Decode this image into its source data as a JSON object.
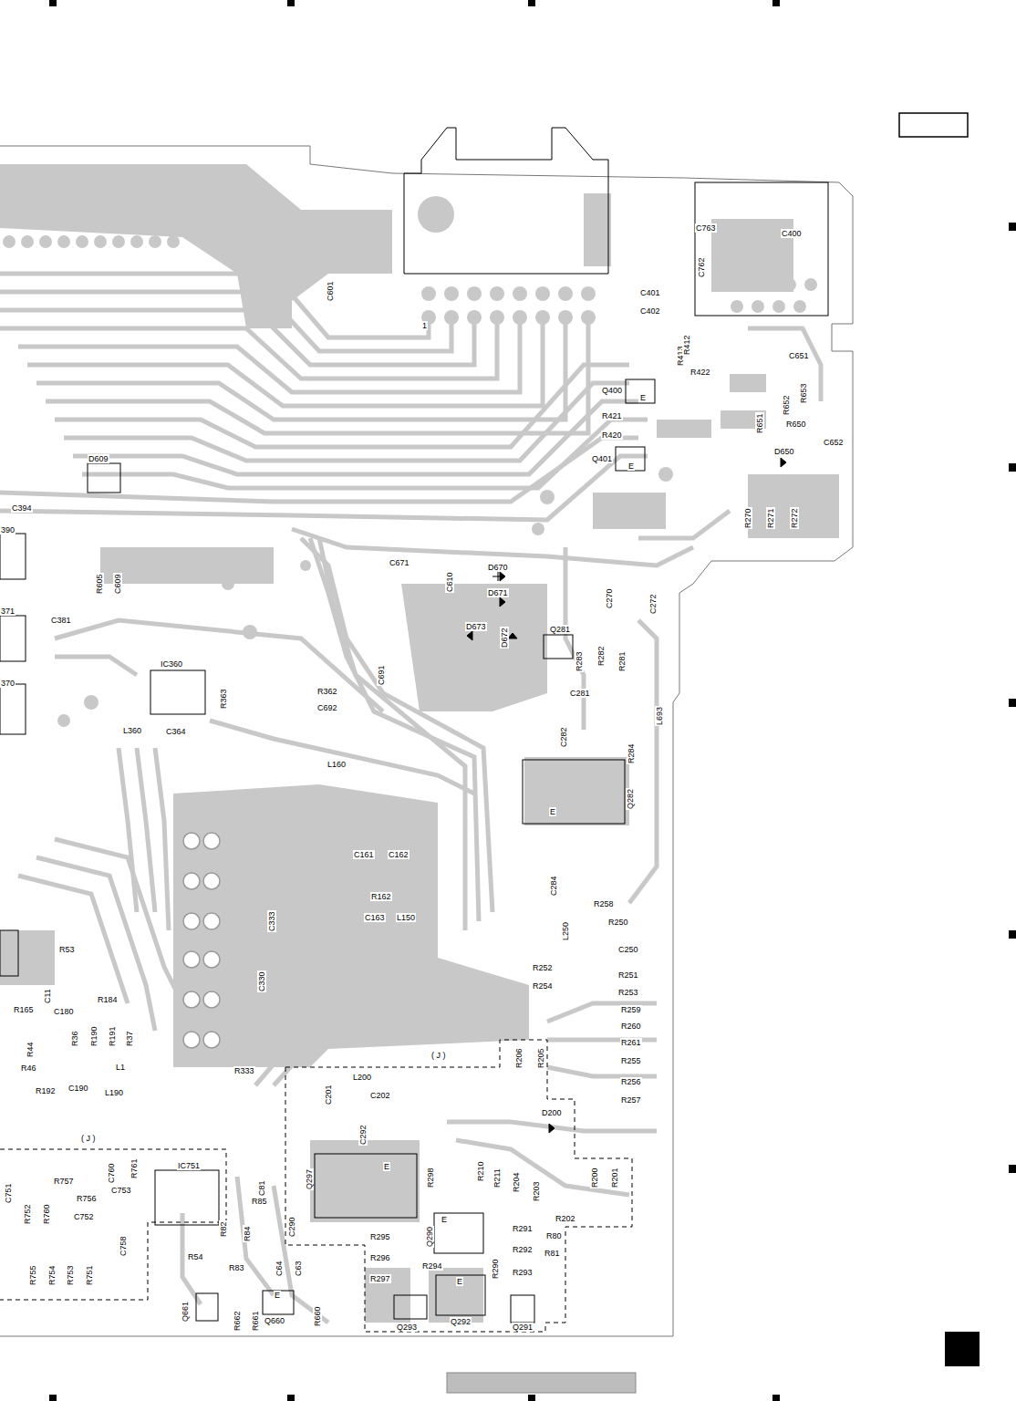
{
  "diagram": {
    "labels": [
      "C601",
      "1",
      "C763",
      "C400",
      "C762",
      "C401",
      "C402",
      "R413",
      "R412",
      "R422",
      "Q400",
      "E",
      "R421",
      "R420",
      "Q401",
      "E",
      "C651",
      "R652",
      "R653",
      "R651",
      "R650",
      "D650",
      "C652",
      "D609",
      "R270",
      "R271",
      "R272",
      "C394",
      "390",
      "C671",
      "C610",
      "D670",
      "D671",
      "D673",
      "D672",
      "R605",
      "C609",
      "C381",
      "371",
      "C270",
      "C272",
      "Q281",
      "R283",
      "R282",
      "R281",
      "IC360",
      "R363",
      "R362",
      "C692",
      "C691",
      "370",
      "L360",
      "C364",
      "C281",
      "L693",
      "C282",
      "R284",
      "Q282",
      "E",
      "L160",
      "C161",
      "C162",
      "R162",
      "C163",
      "L150",
      "C284",
      "R258",
      "R250",
      "L250",
      "C250",
      "R53",
      "C333",
      "C330",
      "R252",
      "R251",
      "R254",
      "R253",
      "C11",
      "R184",
      "R165",
      "C180",
      "R259",
      "R260",
      "R261",
      "R255",
      "R256",
      "R257",
      "R36",
      "R190",
      "R191",
      "R37",
      "R44",
      "R46",
      "L1",
      "R206",
      "R205",
      "( J )",
      "R333",
      "L200",
      "C201",
      "C202",
      "R192",
      "C190",
      "L190",
      "D200",
      "C292",
      "( J )",
      "IC751",
      "C760",
      "R761",
      "R757",
      "C751",
      "R756",
      "C753",
      "R752",
      "R760",
      "C752",
      "C81",
      "R85",
      "Q297",
      "E",
      "R298",
      "R210",
      "R211",
      "R204",
      "R203",
      "R200",
      "R201",
      "R202",
      "C290",
      "R84",
      "R82",
      "C758",
      "E",
      "R295",
      "Q290",
      "R291",
      "R80",
      "R292",
      "R81",
      "R296",
      "R294",
      "R290",
      "R293",
      "R54",
      "R83",
      "C64",
      "C63",
      "R297",
      "E",
      "R755",
      "R754",
      "R753",
      "R751",
      "Q661",
      "R662",
      "R661",
      "E",
      "Q660",
      "R660",
      "Q293",
      "Q292",
      "Q291"
    ]
  }
}
